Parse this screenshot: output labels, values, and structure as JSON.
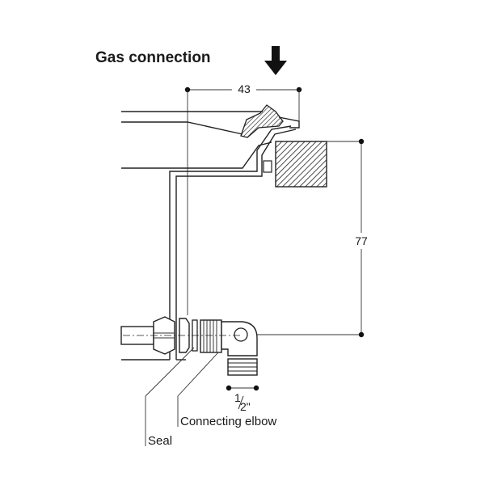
{
  "title": "Gas connection",
  "dimensions": {
    "width": "43",
    "height": "77",
    "thread_numerator": "1",
    "thread_denominator": "2\""
  },
  "callouts": {
    "seal": "Seal",
    "elbow": "Connecting elbow"
  }
}
